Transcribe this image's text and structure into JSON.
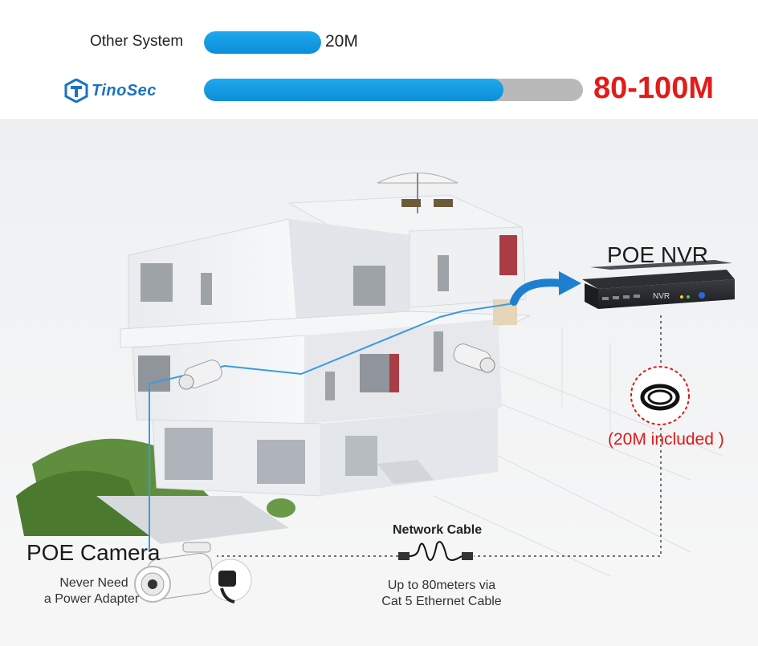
{
  "comparison": {
    "other": {
      "label": "Other System",
      "value": "20M",
      "fill": 0.31
    },
    "tinosec": {
      "brand": "TinoSec",
      "value": "80-100M",
      "fill": 0.79
    }
  },
  "labels": {
    "nvr_title": "POE NVR",
    "nvr_panel": "NVR",
    "included": "(20M included )",
    "camera_title": "POE Camera",
    "camera_note_1": "Never Need",
    "camera_note_2": "a Power Adapter",
    "cable_title": "Network Cable",
    "cable_note_1": "Up to 80meters via",
    "cable_note_2": "Cat 5 Ethernet Cable"
  },
  "colors": {
    "bar_blue": "#1ea8ee",
    "bar_gray": "#b9b9b9",
    "accent_red": "#e21b1b",
    "brand_blue": "#1a72c4",
    "cable_blue": "#3a9be0"
  },
  "icons": [
    "tinosec-logo-icon",
    "camera-icon",
    "rj45-connector-icon",
    "cable-coil-icon",
    "nvr-device-icon",
    "house-illustration"
  ]
}
